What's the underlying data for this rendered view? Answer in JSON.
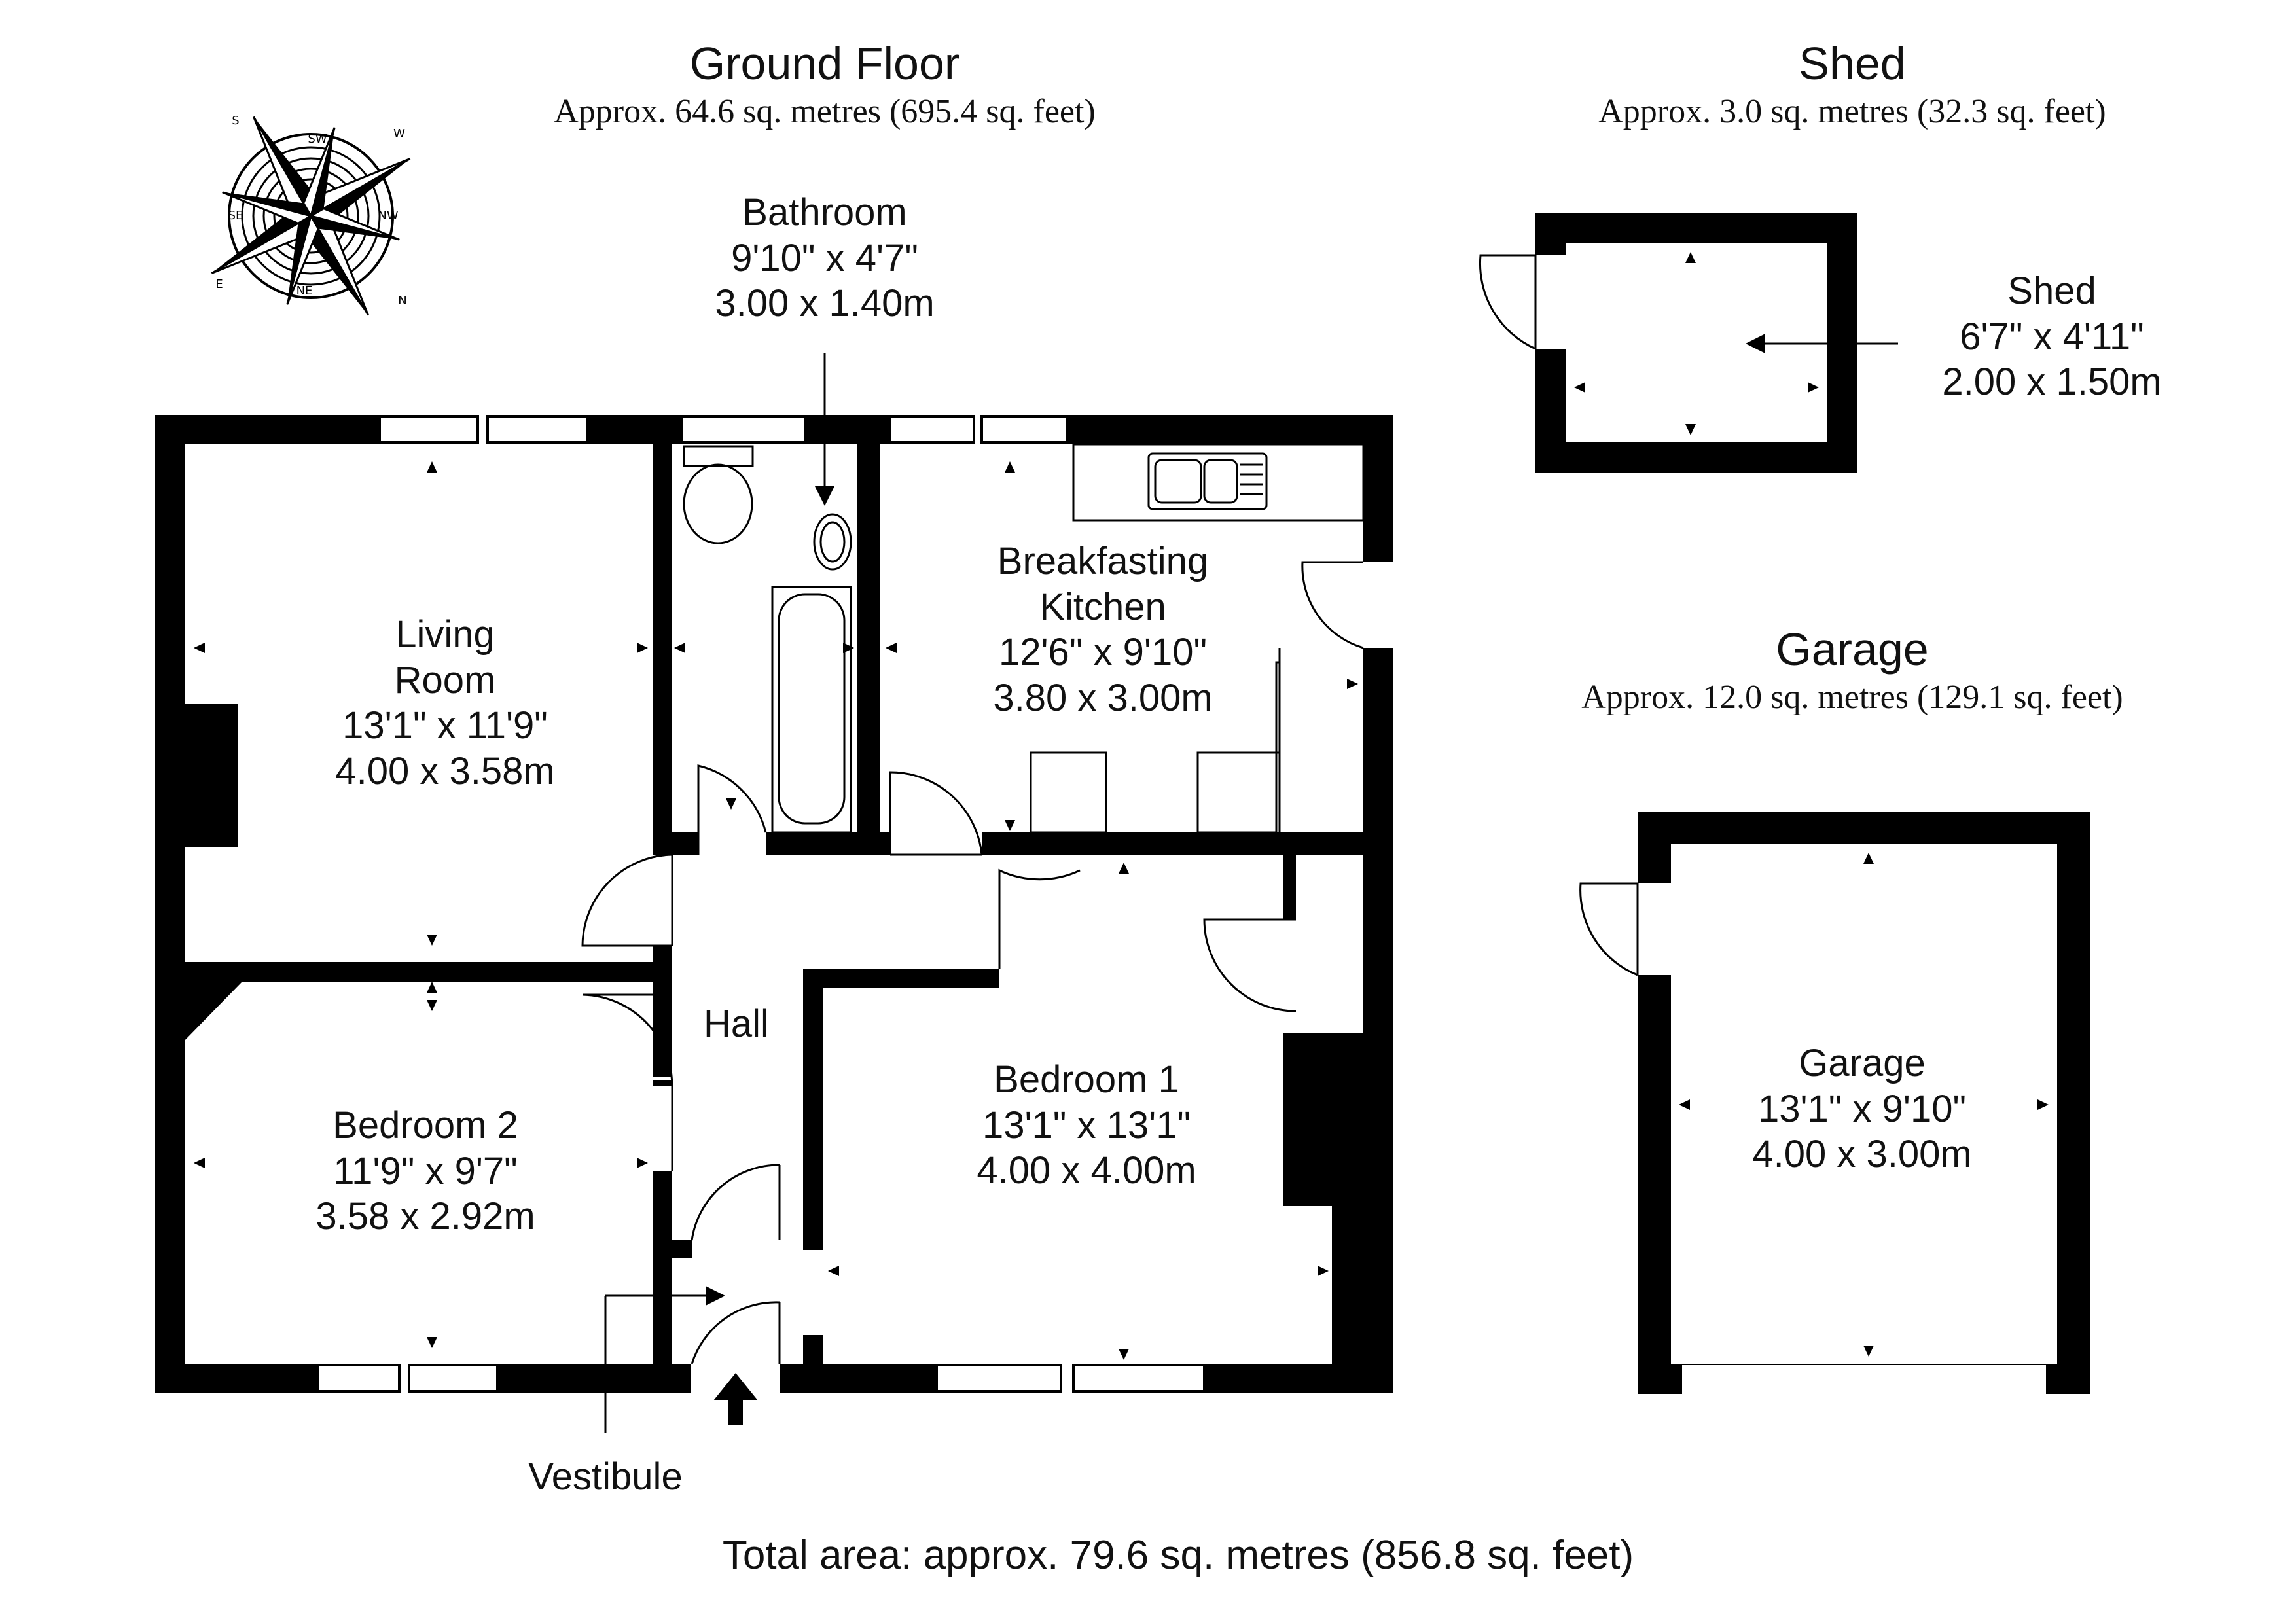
{
  "ground_floor": {
    "title": "Ground Floor",
    "area": "Approx. 64.6 sq. metres (695.4 sq. feet)"
  },
  "shed_section": {
    "title": "Shed",
    "area": "Approx. 3.0 sq. metres (32.3 sq. feet)"
  },
  "garage_section": {
    "title": "Garage",
    "area": "Approx. 12.0 sq. metres (129.1 sq. feet)"
  },
  "rooms": {
    "bathroom": {
      "name": "Bathroom",
      "imperial": "9'10\" x 4'7\"",
      "metric": "3.00 x 1.40m"
    },
    "living_room": {
      "name_1": "Living",
      "name_2": "Room",
      "imperial": "13'1\" x 11'9\"",
      "metric": "4.00 x 3.58m"
    },
    "kitchen": {
      "name_1": "Breakfasting",
      "name_2": "Kitchen",
      "imperial": "12'6\" x 9'10\"",
      "metric": "3.80 x 3.00m"
    },
    "hall": {
      "name": "Hall"
    },
    "bedroom_1": {
      "name": "Bedroom 1",
      "imperial": "13'1\" x 13'1\"",
      "metric": "4.00 x 4.00m"
    },
    "bedroom_2": {
      "name": "Bedroom 2",
      "imperial": "11'9\" x 9'7\"",
      "metric": "3.58 x 2.92m"
    },
    "vestibule": {
      "name": "Vestibule"
    },
    "shed": {
      "name": "Shed",
      "imperial": "6'7\" x 4'11\"",
      "metric": "2.00 x 1.50m"
    },
    "garage": {
      "name": "Garage",
      "imperial": "13'1\" x 9'10\"",
      "metric": "4.00 x 3.00m"
    }
  },
  "compass": {
    "labels": [
      "SW",
      "W",
      "NW",
      "N",
      "NE",
      "E",
      "SE",
      "S"
    ]
  },
  "footer": {
    "total": "Total area: approx. 79.6 sq. metres (856.8 sq. feet)"
  },
  "colors": {
    "wall": "#000000",
    "line": "#000000",
    "background": "#ffffff"
  }
}
